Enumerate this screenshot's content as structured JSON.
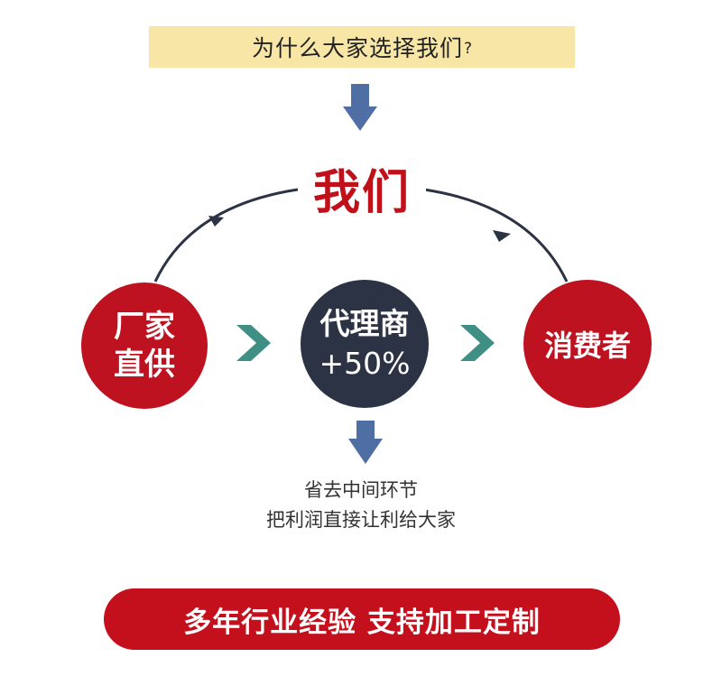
{
  "header": {
    "question": "为什么大家选择我们",
    "question_mark": "?"
  },
  "center_label": "我们",
  "nodes": {
    "factory": {
      "line1": "厂家",
      "line2": "直供"
    },
    "agent": {
      "line1": "代理商",
      "line2": "+50%"
    },
    "consumer": {
      "label": "消费者"
    }
  },
  "note": {
    "line1": "省去中间环节",
    "line2": "把利润直接让利给大家"
  },
  "footer": {
    "slogan": "多年行业经验 支持加工定制"
  },
  "colors": {
    "accent_red": "#be1220",
    "dark_navy": "#2b3345",
    "arrow_blue": "#4f6ea3",
    "chevron_teal": "#3f8f84",
    "banner_yellow": "#f7e6a6"
  }
}
